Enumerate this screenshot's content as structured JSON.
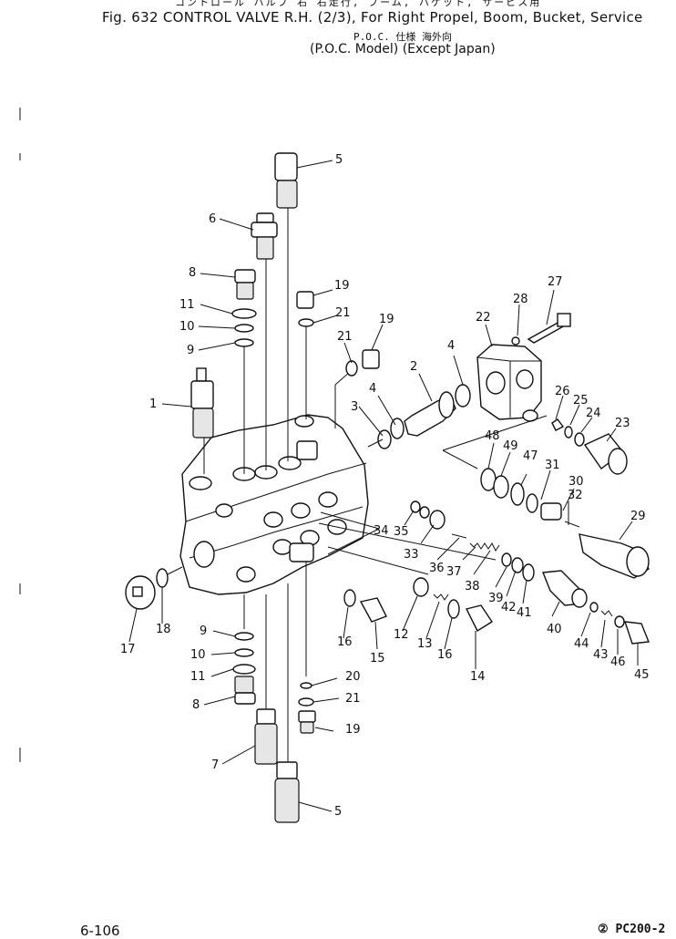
{
  "header": {
    "japanese_line": "コントロール バルブ 右 右走行, ブーム, バケット, サービス用",
    "title": "Fig. 632  CONTROL VALVE R.H. (2/3), For Right Propel, Boom, Bucket, Service",
    "poc_japanese": "P.O.C. 仕様   海外向",
    "subtitle": "(P.O.C. Model) (Except Japan)"
  },
  "footer": {
    "page_number": "6-106",
    "model": "② PC200-2"
  },
  "callouts": [
    {
      "id": "c1",
      "label": "1"
    },
    {
      "id": "c2",
      "label": "2"
    },
    {
      "id": "c3",
      "label": "3"
    },
    {
      "id": "c4a",
      "label": "4"
    },
    {
      "id": "c4b",
      "label": "4"
    },
    {
      "id": "c5a",
      "label": "5"
    },
    {
      "id": "c5b",
      "label": "5"
    },
    {
      "id": "c6",
      "label": "6"
    },
    {
      "id": "c7",
      "label": "7"
    },
    {
      "id": "c8a",
      "label": "8"
    },
    {
      "id": "c8b",
      "label": "8"
    },
    {
      "id": "c9a",
      "label": "9"
    },
    {
      "id": "c9b",
      "label": "9"
    },
    {
      "id": "c10a",
      "label": "10"
    },
    {
      "id": "c10b",
      "label": "10"
    },
    {
      "id": "c11a",
      "label": "11"
    },
    {
      "id": "c11b",
      "label": "11"
    },
    {
      "id": "c12",
      "label": "12"
    },
    {
      "id": "c13",
      "label": "13"
    },
    {
      "id": "c14",
      "label": "14"
    },
    {
      "id": "c15",
      "label": "15"
    },
    {
      "id": "c16a",
      "label": "16"
    },
    {
      "id": "c16b",
      "label": "16"
    },
    {
      "id": "c17",
      "label": "17"
    },
    {
      "id": "c18",
      "label": "18"
    },
    {
      "id": "c19a",
      "label": "19"
    },
    {
      "id": "c19b",
      "label": "19"
    },
    {
      "id": "c19c",
      "label": "19"
    },
    {
      "id": "c20",
      "label": "20"
    },
    {
      "id": "c21a",
      "label": "21"
    },
    {
      "id": "c21b",
      "label": "21"
    },
    {
      "id": "c21c",
      "label": "21"
    },
    {
      "id": "c22",
      "label": "22"
    },
    {
      "id": "c23",
      "label": "23"
    },
    {
      "id": "c24",
      "label": "24"
    },
    {
      "id": "c25",
      "label": "25"
    },
    {
      "id": "c26",
      "label": "26"
    },
    {
      "id": "c27",
      "label": "27"
    },
    {
      "id": "c28",
      "label": "28"
    },
    {
      "id": "c29",
      "label": "29"
    },
    {
      "id": "c30",
      "label": "30"
    },
    {
      "id": "c31",
      "label": "31"
    },
    {
      "id": "c32",
      "label": "32"
    },
    {
      "id": "c33",
      "label": "33"
    },
    {
      "id": "c34",
      "label": "34"
    },
    {
      "id": "c35",
      "label": "35"
    },
    {
      "id": "c36",
      "label": "36"
    },
    {
      "id": "c37",
      "label": "37"
    },
    {
      "id": "c38",
      "label": "38"
    },
    {
      "id": "c39",
      "label": "39"
    },
    {
      "id": "c40",
      "label": "40"
    },
    {
      "id": "c41",
      "label": "41"
    },
    {
      "id": "c42",
      "label": "42"
    },
    {
      "id": "c43",
      "label": "43"
    },
    {
      "id": "c44",
      "label": "44"
    },
    {
      "id": "c45",
      "label": "45"
    },
    {
      "id": "c46",
      "label": "46"
    },
    {
      "id": "c47",
      "label": "47"
    },
    {
      "id": "c48",
      "label": "48"
    },
    {
      "id": "c49",
      "label": "49"
    }
  ]
}
